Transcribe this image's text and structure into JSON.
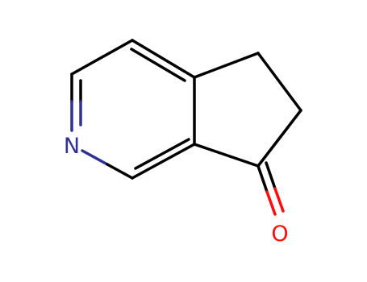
{
  "diagram": {
    "type": "skeletal-structure",
    "atoms": [
      {
        "element": "N",
        "label": "N",
        "color": "#2f3293"
      },
      {
        "element": "O",
        "label": "O",
        "color": "#ff0d0d"
      }
    ],
    "bond_color": "#000000",
    "bonds": [
      {
        "id": "c1-c2",
        "order": 2
      },
      {
        "id": "c2-c3",
        "order": 1
      },
      {
        "id": "c3-n",
        "order": 2
      },
      {
        "id": "n-c5",
        "order": 1
      },
      {
        "id": "c5-c6",
        "order": 2
      },
      {
        "id": "c6-c1",
        "order": 1
      },
      {
        "id": "c1-c7",
        "order": 1
      },
      {
        "id": "c7-c8",
        "order": 1
      },
      {
        "id": "c8-c9",
        "order": 1
      },
      {
        "id": "c9-c6",
        "order": 1
      },
      {
        "id": "c9-o",
        "order": 2
      }
    ]
  }
}
